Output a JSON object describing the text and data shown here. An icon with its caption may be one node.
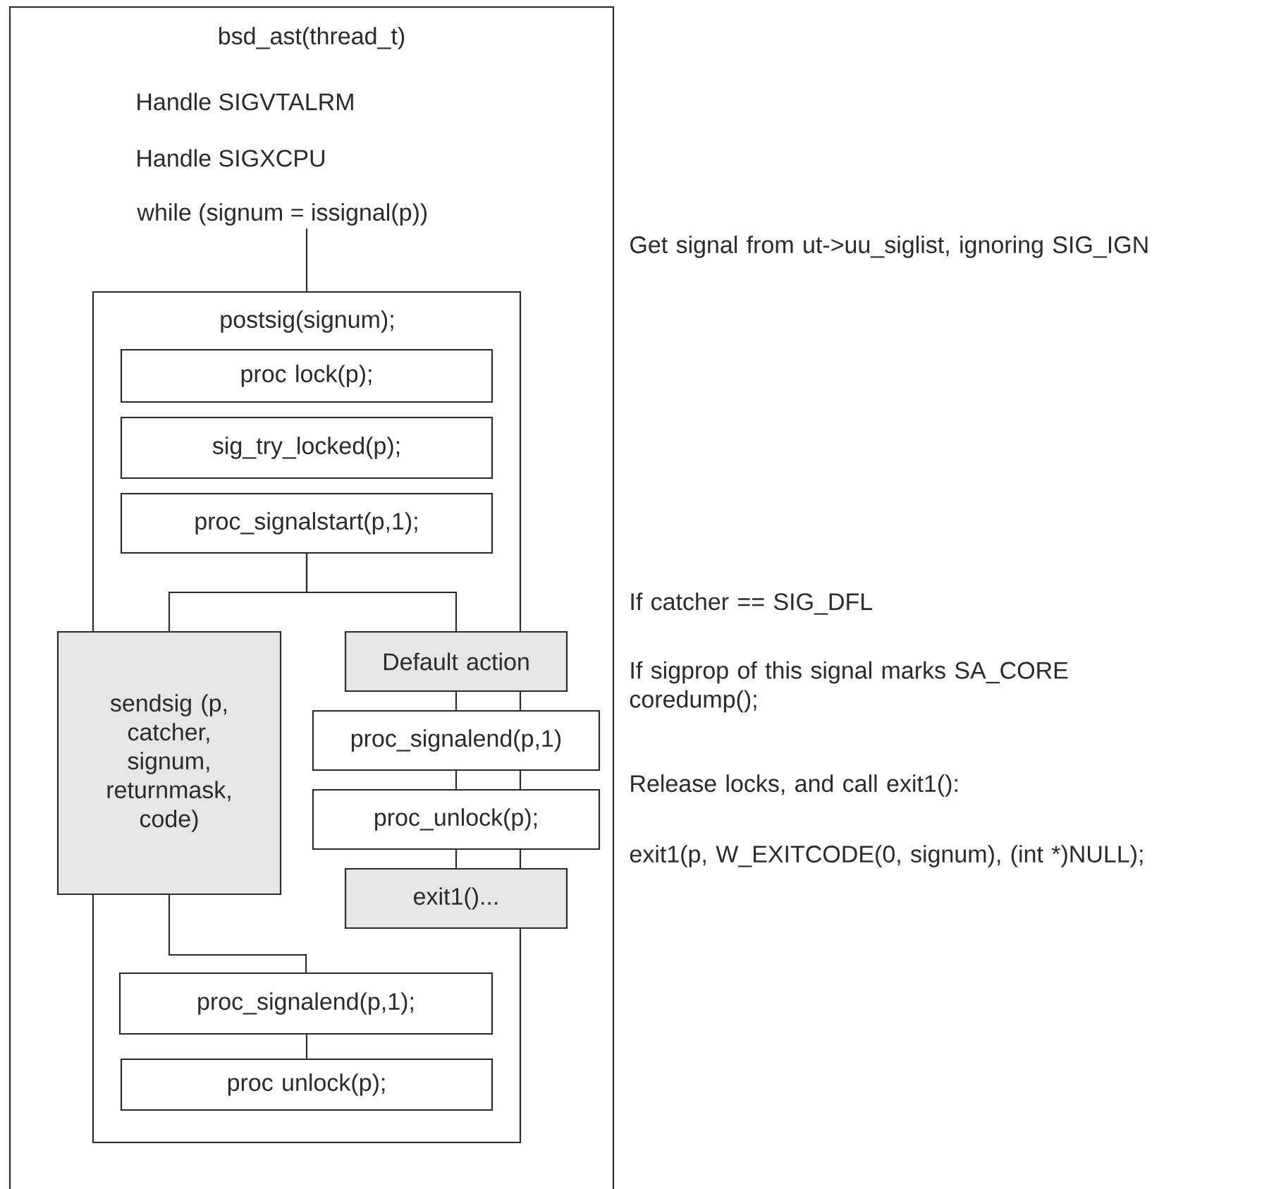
{
  "diagram": {
    "nodes": [
      {
        "text": [
          "bsd_ast(thread_t)",
          "Handle SIGVTALRM",
          "Handle SIGXCPU"
        ]
      },
      {
        "text": [
          "while (signum = issignal(p))"
        ],
        "in": 0
      },
      {
        "text": [
          "postsig(signum);"
        ],
        "in": 0
      },
      {
        "text": [
          "proc  lock(p);"
        ],
        "in": 2
      },
      {
        "text": [
          "sig_try_locked(p);"
        ],
        "in": 2
      },
      {
        "text": [
          "proc_signalstart(p,1);"
        ],
        "in": 2
      },
      {
        "text": [
          "sendsig (p, catcher, signum, returnmask, code)"
        ],
        "in": 0
      },
      {
        "text": [
          "Default action"
        ],
        "in": 0
      },
      {
        "text": [
          "proc_signalend(p,1)"
        ],
        "in": 0
      },
      {
        "text": [
          "proc_unlock(p);"
        ],
        "in": 0
      },
      {
        "text": [
          "exit1()..."
        ],
        "in": 0
      },
      {
        "text": [
          "proc_signalend(p,1);"
        ],
        "in": 2
      },
      {
        "text": [
          "proc  unlock(p);"
        ],
        "in": 2
      }
    ],
    "edges": [
      {
        "from": 1,
        "to": 2,
        "arrow": "none"
      },
      {
        "from": 5,
        "to": 6,
        "arrow": "none"
      },
      {
        "from": 5,
        "to": 7,
        "arrow": "none"
      },
      {
        "from": 7,
        "to": 8,
        "arrow": "none"
      },
      {
        "from": 8,
        "to": 9,
        "arrow": "none"
      },
      {
        "from": 9,
        "to": 10,
        "arrow": "none"
      },
      {
        "from": 6,
        "to": 11,
        "arrow": "none"
      },
      {
        "from": 11,
        "to": 12,
        "arrow": "none"
      }
    ],
    "labels": [
      "Get signal from ut->uu_siglist, ignoring SIG_IGN",
      "If catcher == SIG_DFL",
      "If sigprop of this signal marks SA_CORE coredump();",
      "Release locks, and call exit1():",
      "exit1(p, W_EXITCODE(0, signum), (int *)NULL);"
    ]
  }
}
